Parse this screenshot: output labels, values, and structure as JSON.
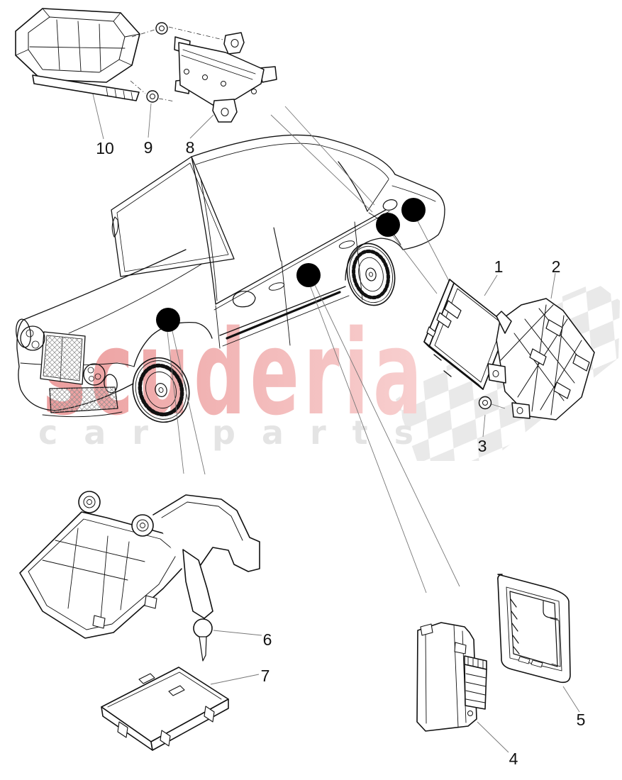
{
  "watermark": {
    "brand": "scuderia",
    "tagline": "car parts",
    "brand_color_start": "#ec9e9e",
    "brand_color_end": "#f8d0d0",
    "tagline_color": "#e4e4e4",
    "checker_color": "#e9e9e9"
  },
  "diagram": {
    "ink_color": "#111111",
    "leader_color": "#777777",
    "dot_color": "#000000",
    "callouts": [
      {
        "label": "10"
      },
      {
        "label": "9"
      },
      {
        "label": "8"
      },
      {
        "label": "1"
      },
      {
        "label": "2"
      },
      {
        "label": "3"
      },
      {
        "label": "6"
      },
      {
        "label": "7"
      },
      {
        "label": "4"
      },
      {
        "label": "5"
      }
    ]
  }
}
